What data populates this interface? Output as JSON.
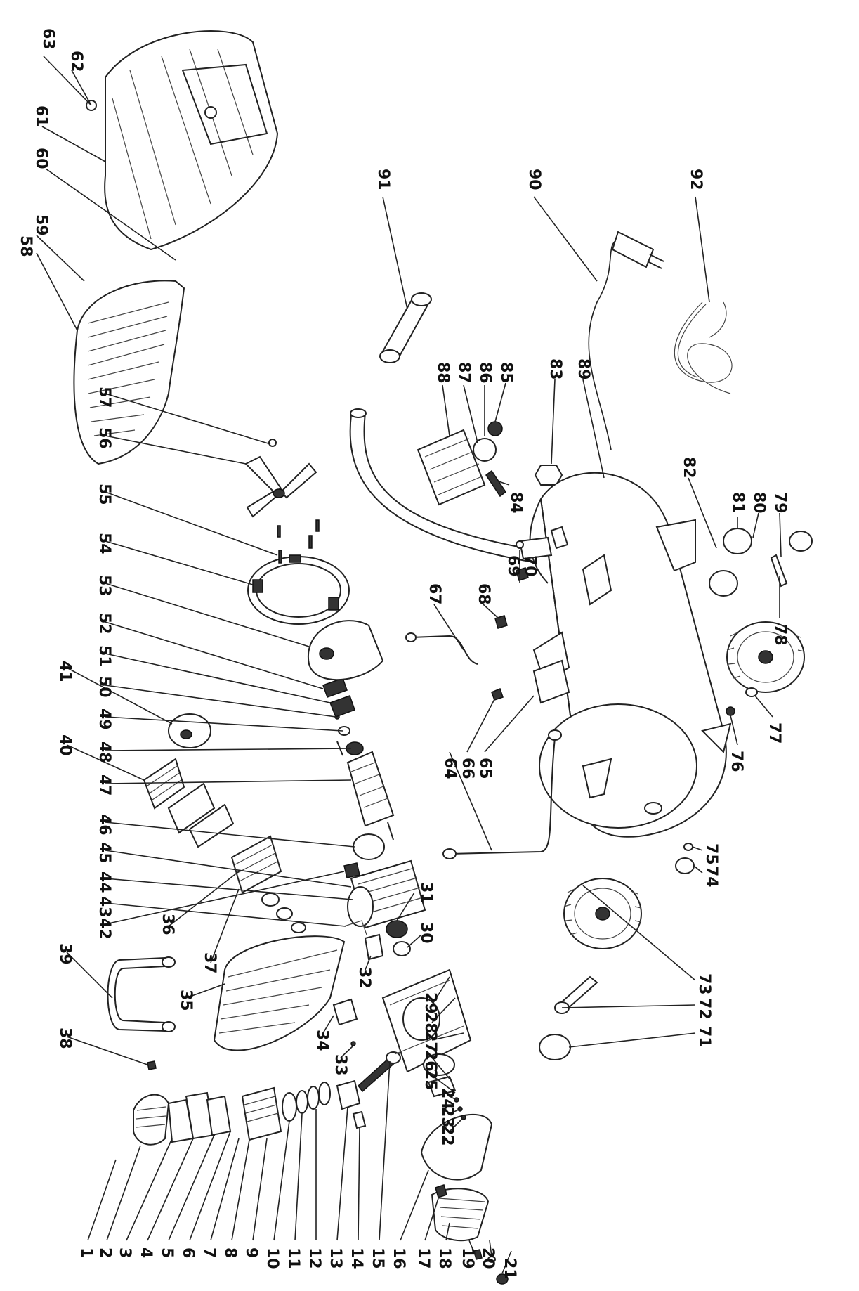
{
  "diagram": {
    "labels": [
      "1",
      "2",
      "3",
      "4",
      "5",
      "6",
      "7",
      "8",
      "9",
      "10",
      "11",
      "12",
      "13",
      "14",
      "15",
      "16",
      "17",
      "18",
      "19",
      "20",
      "21",
      "22",
      "23",
      "24",
      "25",
      "26",
      "27",
      "28",
      "29",
      "30",
      "31",
      "32",
      "33",
      "34",
      "35",
      "36",
      "37",
      "38",
      "39",
      "40",
      "41",
      "42",
      "43",
      "44",
      "45",
      "46",
      "47",
      "48",
      "49",
      "50",
      "51",
      "52",
      "53",
      "54",
      "55",
      "56",
      "57",
      "58",
      "59",
      "60",
      "61",
      "62",
      "63",
      "64",
      "65",
      "66",
      "67",
      "68",
      "69",
      "70",
      "71",
      "72",
      "73",
      "74",
      "75",
      "76",
      "77",
      "78",
      "79",
      "80",
      "81",
      "82",
      "83",
      "84",
      "85",
      "86",
      "87",
      "88",
      "89",
      "90",
      "91",
      "92"
    ]
  }
}
